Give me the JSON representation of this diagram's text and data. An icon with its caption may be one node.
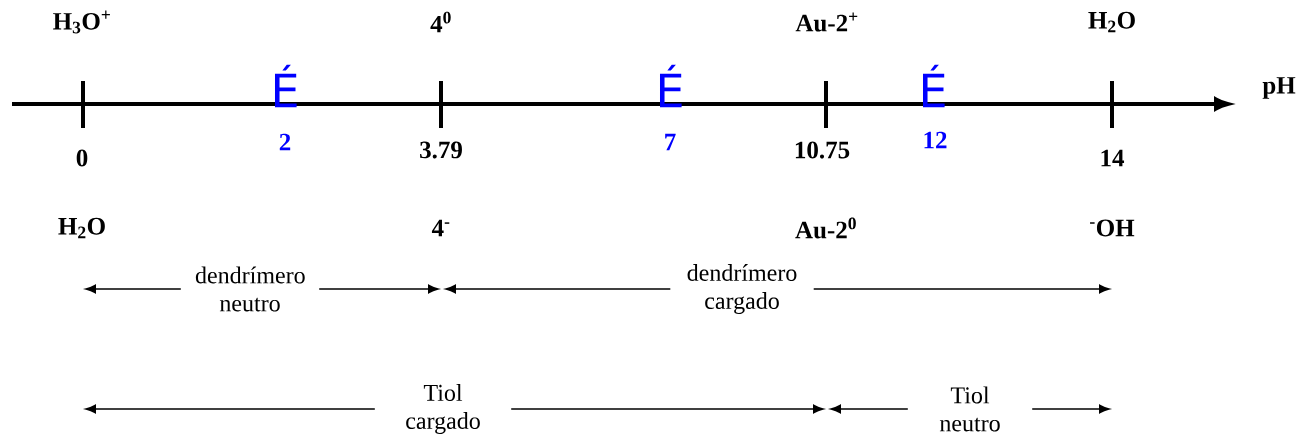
{
  "diagram": {
    "nodes": [
      {
        "text": [
          "dendrímero neutro"
        ]
      },
      {
        "text": [
          "dendrímero cargado"
        ]
      },
      {
        "text": [
          "Tiol cargado"
        ]
      },
      {
        "text": [
          "Tiol neutro"
        ]
      }
    ],
    "edges": [
      {
        "from": 0,
        "to": null,
        "arrow": "to"
      },
      {
        "from": 0,
        "to": null,
        "arrow": "to"
      },
      {
        "from": 1,
        "to": null,
        "arrow": "to"
      },
      {
        "from": 1,
        "to": null,
        "arrow": "to"
      },
      {
        "from": 2,
        "to": null,
        "arrow": "to"
      },
      {
        "from": 2,
        "to": null,
        "arrow": "to"
      },
      {
        "from": 3,
        "to": null,
        "arrow": "to"
      },
      {
        "from": 3,
        "to": null,
        "arrow": "to"
      }
    ],
    "labels": [
      "H$_{3}$O$^{+}$",
      "4$^{0}$",
      "Au-2$^{+}$",
      "H$_{2}$O",
      "É",
      "É",
      "É",
      "pH",
      "0",
      "2",
      "3.79",
      "7",
      "10.75",
      "12",
      "14",
      "H$_{2}$O",
      "4$^{-}$",
      "Au-2$^{0}$",
      "$^{-}$OH"
    ]
  }
}
